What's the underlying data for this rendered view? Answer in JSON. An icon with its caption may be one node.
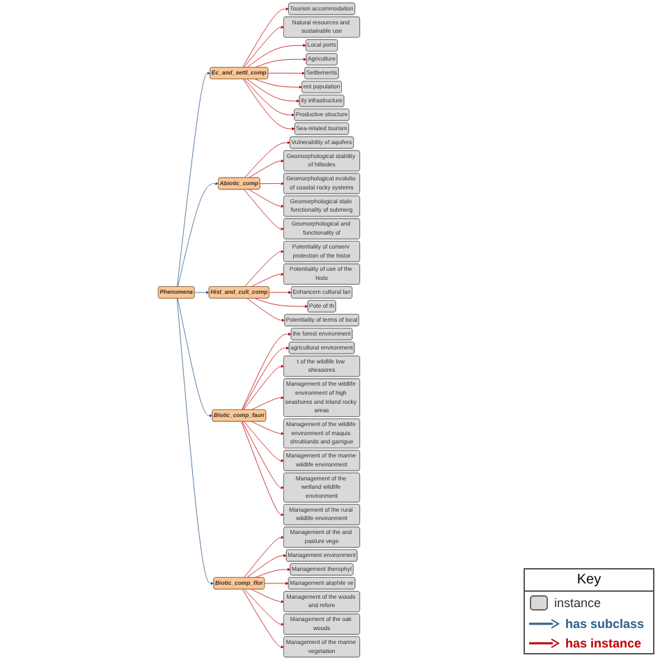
{
  "diagram": {
    "nodes": [
      {
        "text": [
          "Phenomena"
        ]
      },
      {
        "text": [
          "Ec_and_settl_comp"
        ]
      },
      {
        "text": [
          "Tourism accommodation"
        ]
      },
      {
        "text": [
          "Natural resources and sustainable use"
        ]
      },
      {
        "text": [
          "Local ports"
        ]
      },
      {
        "text": [
          "Agriculture"
        ]
      },
      {
        "text": [
          "Settlements"
        ]
      },
      {
        "text": [
          "ent population"
        ]
      },
      {
        "text": [
          "ity infrastructure"
        ]
      },
      {
        "text": [
          "Productive structure"
        ]
      },
      {
        "text": [
          "Sea-related tourism"
        ]
      },
      {
        "text": [
          "Abiotic_comp"
        ]
      },
      {
        "text": [
          "Vulnerability of aquifers"
        ]
      },
      {
        "text": [
          "Geomorphological stability of hillsides"
        ]
      },
      {
        "text": [
          "Geomorphological evolutio of coastal rocky systems"
        ]
      },
      {
        "text": [
          "Geomorphological stabi functionality of submerg"
        ]
      },
      {
        "text": [
          "Geomorphological and functionality of"
        ]
      },
      {
        "text": [
          "Hist_and_cult_comp"
        ]
      },
      {
        "text": [
          "Potentiality of conserv protection of the histor"
        ]
      },
      {
        "text": [
          "Potentiality of use of the histo"
        ]
      },
      {
        "text": [
          "Enhancem cultural lan"
        ]
      },
      {
        "text": [
          "Pote of th"
        ]
      },
      {
        "text": [
          "Potentiality of terms of local"
        ]
      },
      {
        "text": [
          "Biotic_comp_faun"
        ]
      },
      {
        "text": [
          "the forest environment"
        ]
      },
      {
        "text": [
          "agricultural environment"
        ]
      },
      {
        "text": [
          "t of the wildlife low sheasores"
        ]
      },
      {
        "text": [
          "Management of the wildlife environment of high seashores and inland rocky areas"
        ]
      },
      {
        "text": [
          "Management of the wildlife environment of maquis shrublands and garrigue"
        ]
      },
      {
        "text": [
          "Management of the marine wildlife environment"
        ]
      },
      {
        "text": [
          "Management of the wetland wildlife environment"
        ]
      },
      {
        "text": [
          "Management of the rural wildlife environment"
        ]
      },
      {
        "text": [
          "Biotic_comp_flor"
        ]
      },
      {
        "text": [
          "Management of the and pasture vege"
        ]
      },
      {
        "text": [
          "Management environment"
        ]
      },
      {
        "text": [
          "Management therophyt"
        ]
      },
      {
        "text": [
          "Management alophile ve"
        ]
      },
      {
        "text": [
          "Management of the woods and refore"
        ]
      },
      {
        "text": [
          "Management of the oak woods"
        ]
      },
      {
        "text": [
          "Management of the marine vegetation"
        ]
      }
    ],
    "edges": [
      {
        "from": 0,
        "to": 1,
        "arrow": "to",
        "color": "#2e5e8c"
      },
      {
        "from": 0,
        "to": 11,
        "arrow": "to",
        "color": "#2e5e8c"
      },
      {
        "from": 0,
        "to": 17,
        "arrow": "to",
        "color": "#2e5e8c"
      },
      {
        "from": 0,
        "to": 23,
        "arrow": "to",
        "color": "#2e5e8c"
      },
      {
        "from": 0,
        "to": 32,
        "arrow": "to",
        "color": "#2e5e8c"
      },
      {
        "from": 1,
        "to": 2,
        "arrow": "to"
      },
      {
        "from": 1,
        "to": 3,
        "arrow": "to"
      },
      {
        "from": 1,
        "to": 4,
        "arrow": "to"
      },
      {
        "from": 1,
        "to": 5,
        "arrow": "to"
      },
      {
        "from": 1,
        "to": 6,
        "arrow": "to"
      },
      {
        "from": 1,
        "to": 7,
        "arrow": "to"
      },
      {
        "from": 1,
        "to": 8,
        "arrow": "to"
      },
      {
        "from": 1,
        "to": 9,
        "arrow": "to"
      },
      {
        "from": 1,
        "to": 10,
        "arrow": "to"
      },
      {
        "from": 11,
        "to": 12,
        "arrow": "to"
      },
      {
        "from": 11,
        "to": 13,
        "arrow": "to"
      },
      {
        "from": 11,
        "to": 14,
        "arrow": "to"
      },
      {
        "from": 11,
        "to": 15,
        "arrow": "to"
      },
      {
        "from": 11,
        "to": 16,
        "arrow": "to"
      },
      {
        "from": 17,
        "to": 18,
        "arrow": "to"
      },
      {
        "from": 17,
        "to": 19,
        "arrow": "to"
      },
      {
        "from": 17,
        "to": 20,
        "arrow": "to"
      },
      {
        "from": 17,
        "to": 21,
        "arrow": "to"
      },
      {
        "from": 17,
        "to": 22,
        "arrow": "to"
      },
      {
        "from": 23,
        "to": 24,
        "arrow": "to"
      },
      {
        "from": 23,
        "to": 25,
        "arrow": "to"
      },
      {
        "from": 23,
        "to": 26,
        "arrow": "to"
      },
      {
        "from": 23,
        "to": 27,
        "arrow": "to"
      },
      {
        "from": 23,
        "to": 28,
        "arrow": "to"
      },
      {
        "from": 23,
        "to": 29,
        "arrow": "to"
      },
      {
        "from": 23,
        "to": 30,
        "arrow": "to"
      },
      {
        "from": 23,
        "to": 31,
        "arrow": "to"
      },
      {
        "from": 32,
        "to": 33,
        "arrow": "to"
      },
      {
        "from": 32,
        "to": 34,
        "arrow": "to"
      },
      {
        "from": 32,
        "to": 35,
        "arrow": "to"
      },
      {
        "from": 32,
        "to": 36,
        "arrow": "to"
      },
      {
        "from": 32,
        "to": 37,
        "arrow": "to"
      },
      {
        "from": 32,
        "to": 38,
        "arrow": "to"
      },
      {
        "from": 32,
        "to": 39,
        "arrow": "to"
      }
    ],
    "labels": [
      "Key"
    ],
    "legend": [
      {
        "text": "instance"
      },
      {
        "text": "has subclass"
      },
      {
        "text": "has instance"
      }
    ]
  }
}
